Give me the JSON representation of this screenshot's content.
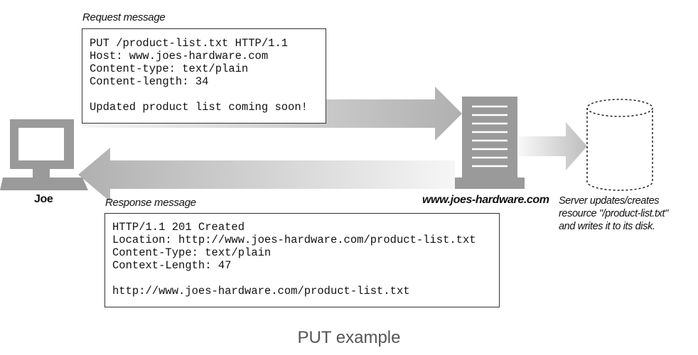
{
  "request": {
    "caption": "Request message",
    "lines": [
      "PUT /product-list.txt HTTP/1.1",
      "Host: www.joes-hardware.com",
      "Content-type: text/plain",
      "Content-length: 34"
    ],
    "body": "Updated product list coming soon!"
  },
  "response": {
    "caption": "Response message",
    "lines": [
      "HTTP/1.1 201 Created",
      "Location: http://www.joes-hardware.com/product-list.txt",
      "Content-Type: text/plain",
      "Context-Length: 47"
    ],
    "body": "http://www.joes-hardware.com/product-list.txt"
  },
  "client": {
    "label": "Joe",
    "icon": "computer-icon"
  },
  "server": {
    "label": "www.joes-hardware.com",
    "icon": "server-icon"
  },
  "storage": {
    "icon": "disk-cylinder-icon",
    "note_lines": [
      "Server updates/creates",
      "resource \"/product-list.txt\"",
      "and writes it to its disk."
    ]
  },
  "figure_caption": "PUT example",
  "colors": {
    "arrow_dark": "#b4b4b4",
    "arrow_light": "#f4f4f4",
    "device_gray": "#9a9a9a",
    "caption_gray": "#555555"
  }
}
